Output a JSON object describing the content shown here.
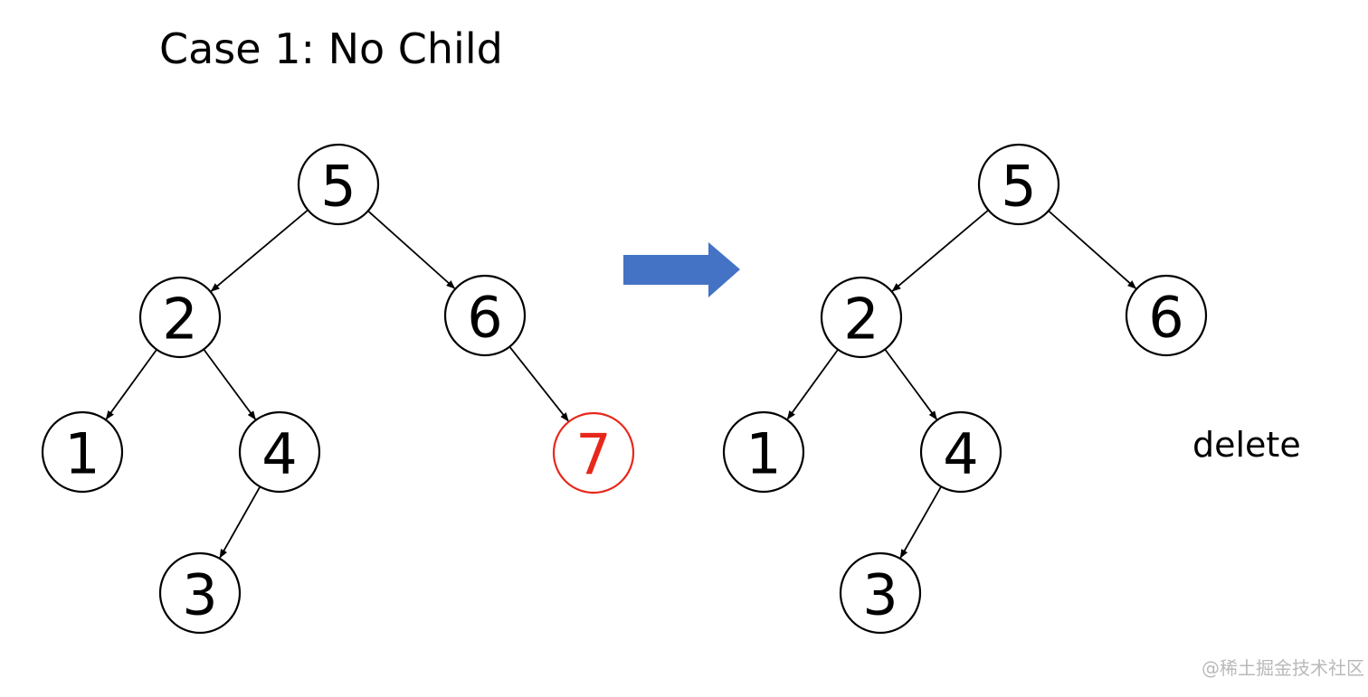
{
  "title": "Case 1: No Child",
  "caption": "delete",
  "watermark": "@稀土掘金技术社区",
  "colors": {
    "removed": "#e8271b",
    "arrow": "#4472c4",
    "line": "#000000"
  },
  "before_tree": {
    "nodes": [
      {
        "id": "b5",
        "label": "5",
        "removed": false
      },
      {
        "id": "b2",
        "label": "2",
        "removed": false
      },
      {
        "id": "b6",
        "label": "6",
        "removed": false
      },
      {
        "id": "b1",
        "label": "1",
        "removed": false
      },
      {
        "id": "b4",
        "label": "4",
        "removed": false
      },
      {
        "id": "b7",
        "label": "7",
        "removed": true
      },
      {
        "id": "b3",
        "label": "3",
        "removed": false
      }
    ],
    "edges": [
      {
        "from": "b5",
        "to": "b2"
      },
      {
        "from": "b5",
        "to": "b6"
      },
      {
        "from": "b2",
        "to": "b1"
      },
      {
        "from": "b2",
        "to": "b4"
      },
      {
        "from": "b6",
        "to": "b7"
      },
      {
        "from": "b4",
        "to": "b3"
      }
    ]
  },
  "after_tree": {
    "nodes": [
      {
        "id": "a5",
        "label": "5",
        "removed": false
      },
      {
        "id": "a2",
        "label": "2",
        "removed": false
      },
      {
        "id": "a6",
        "label": "6",
        "removed": false
      },
      {
        "id": "a1",
        "label": "1",
        "removed": false
      },
      {
        "id": "a4",
        "label": "4",
        "removed": false
      },
      {
        "id": "a3",
        "label": "3",
        "removed": false
      }
    ],
    "edges": [
      {
        "from": "a5",
        "to": "a2"
      },
      {
        "from": "a5",
        "to": "a6"
      },
      {
        "from": "a2",
        "to": "a1"
      },
      {
        "from": "a2",
        "to": "a4"
      },
      {
        "from": "a4",
        "to": "a3"
      }
    ]
  }
}
